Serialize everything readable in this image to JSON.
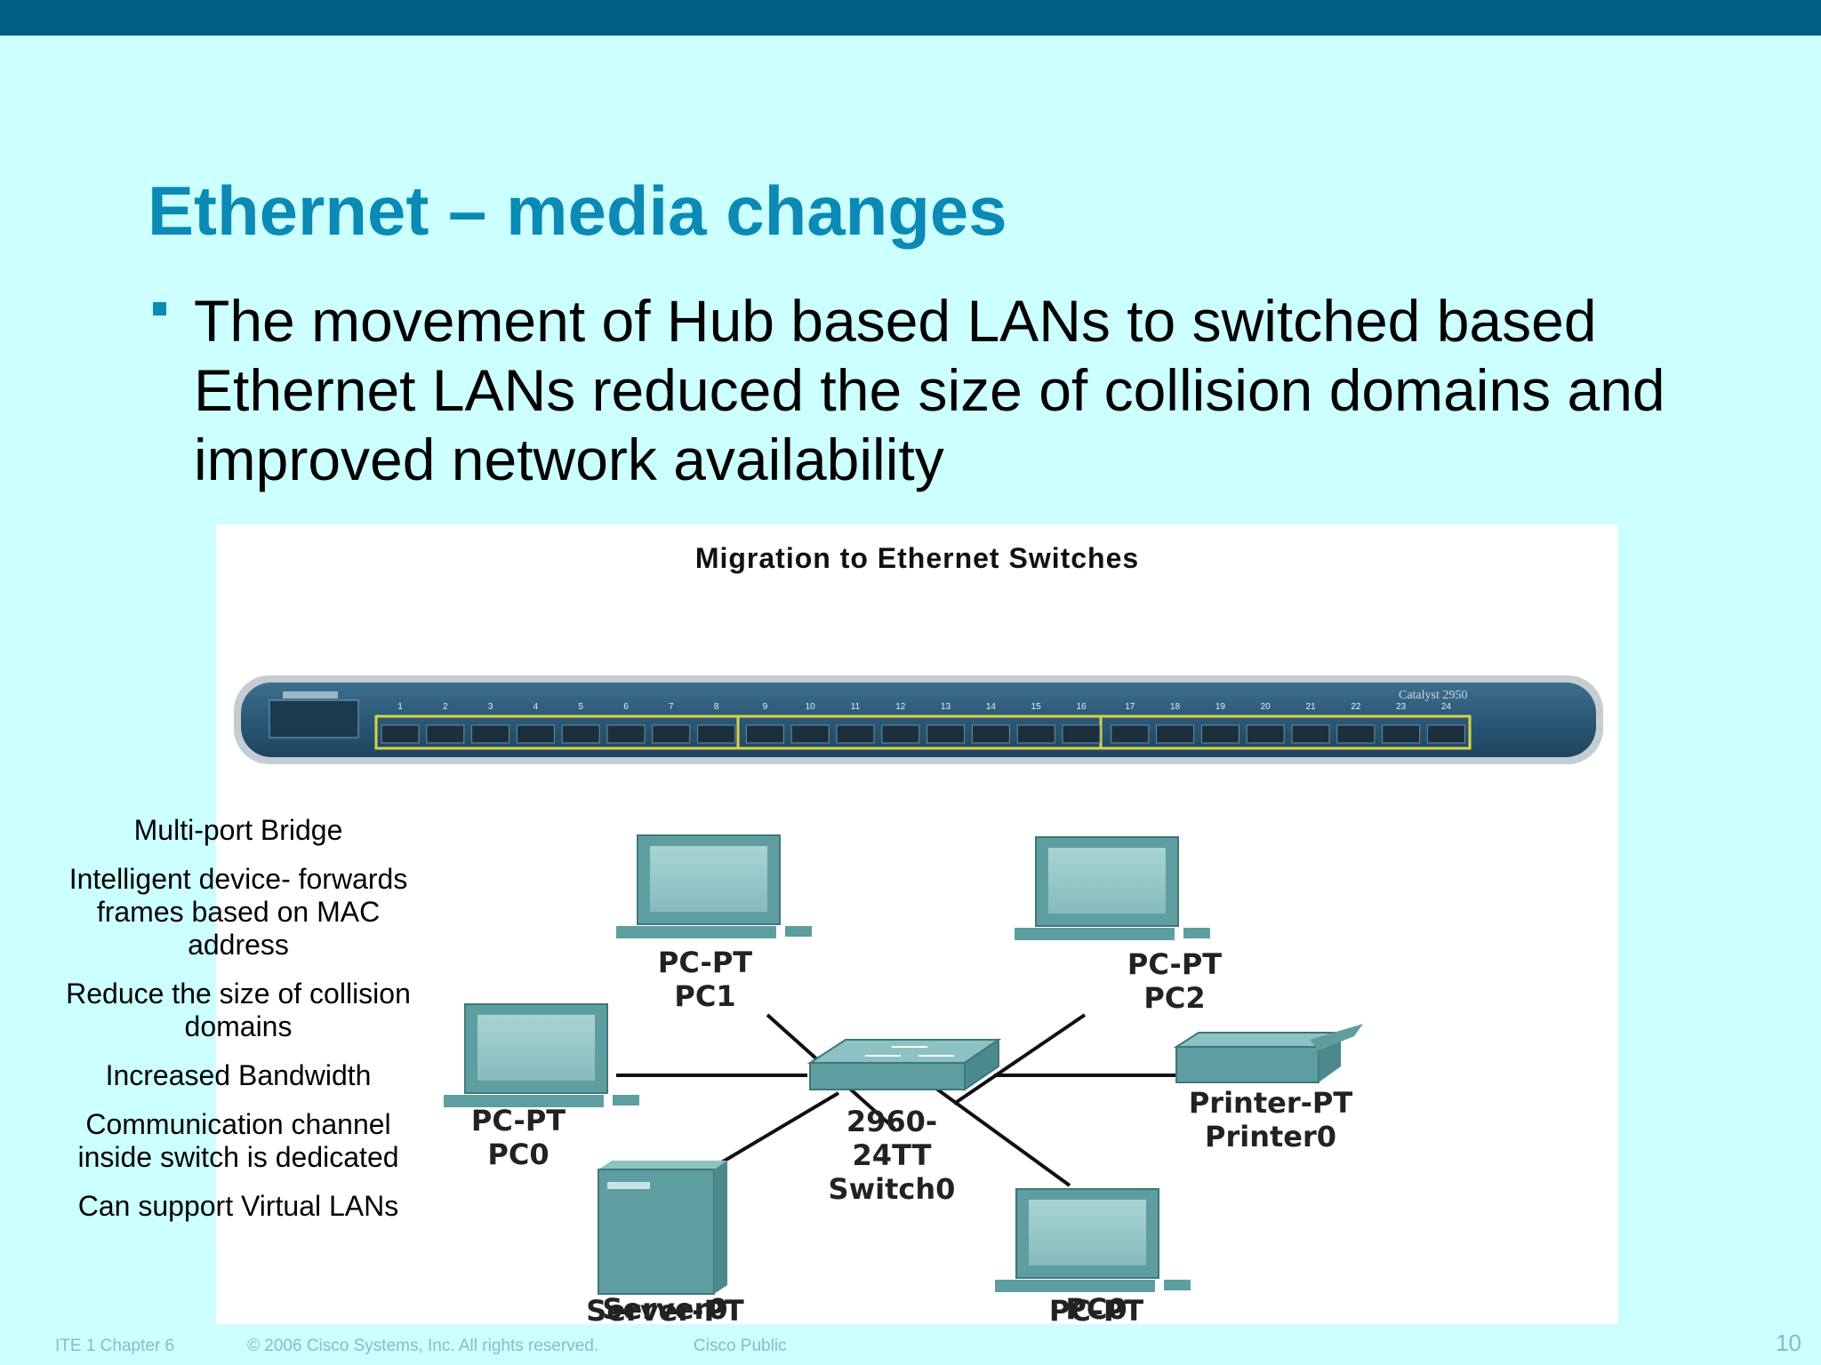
{
  "slide": {
    "title": "Ethernet – media changes",
    "bullet": "The movement of Hub based LANs to  switched based Ethernet LANs reduced the size of collision domains and improved network availability"
  },
  "figure": {
    "title": "Migration to Ethernet Switches",
    "switch_photo": {
      "port_numbers": [
        "1",
        "2",
        "3",
        "4",
        "5",
        "6",
        "7",
        "8",
        "9",
        "10",
        "11",
        "12",
        "13",
        "14",
        "15",
        "16",
        "17",
        "18",
        "19",
        "20",
        "21",
        "22",
        "23",
        "24"
      ],
      "model_text": "Catalyst 2950"
    },
    "devices": [
      {
        "type_label": "PC-PT",
        "name_label": "PC1"
      },
      {
        "type_label": "PC-PT",
        "name_label": "PC2"
      },
      {
        "type_label": "PC-PT",
        "name_label": "PC0"
      },
      {
        "type_label": "Printer-PT",
        "name_label": "Printer0"
      },
      {
        "type_label": "Server-PT",
        "name_label": "Server0"
      },
      {
        "type_label": "PC-PT",
        "name_label": "PC0"
      }
    ],
    "switch": {
      "line1": "2960-",
      "line2": "24TT",
      "line3": "Switch0"
    }
  },
  "side_notes": [
    "Multi-port Bridge",
    "Intelligent device- forwards frames based on MAC address",
    "Reduce the size of collision domains",
    "Increased Bandwidth",
    "Communication channel inside switch is dedicated",
    "Can support Virtual LANs"
  ],
  "footer": {
    "chapter": "ITE 1 Chapter 6",
    "copyright": "© 2006 Cisco Systems, Inc. All rights reserved.",
    "classification": "Cisco Public",
    "page_number": "10"
  },
  "colors": {
    "background": "#ccffff",
    "top_bar": "#005b85",
    "title": "#0a8ab5",
    "device": "#5f9ea0"
  }
}
